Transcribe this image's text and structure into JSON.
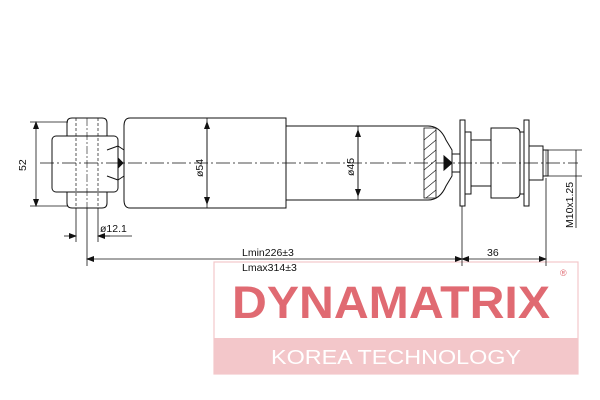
{
  "dimensions": {
    "height": "52",
    "body_diameter": "ø54",
    "rod_diameter": "ø45",
    "eye_bore": "ø12.1",
    "length_min": "Lmin226±3",
    "length_max": "Lmax314±3",
    "stud_length": "36",
    "thread": "M10x1.25"
  },
  "watermark": {
    "brand": "DYNAMATRIX",
    "registered": "®",
    "tagline": "KOREA TECHNOLOGY",
    "color": "#e06a72",
    "band_color": "#f3c7ca"
  }
}
